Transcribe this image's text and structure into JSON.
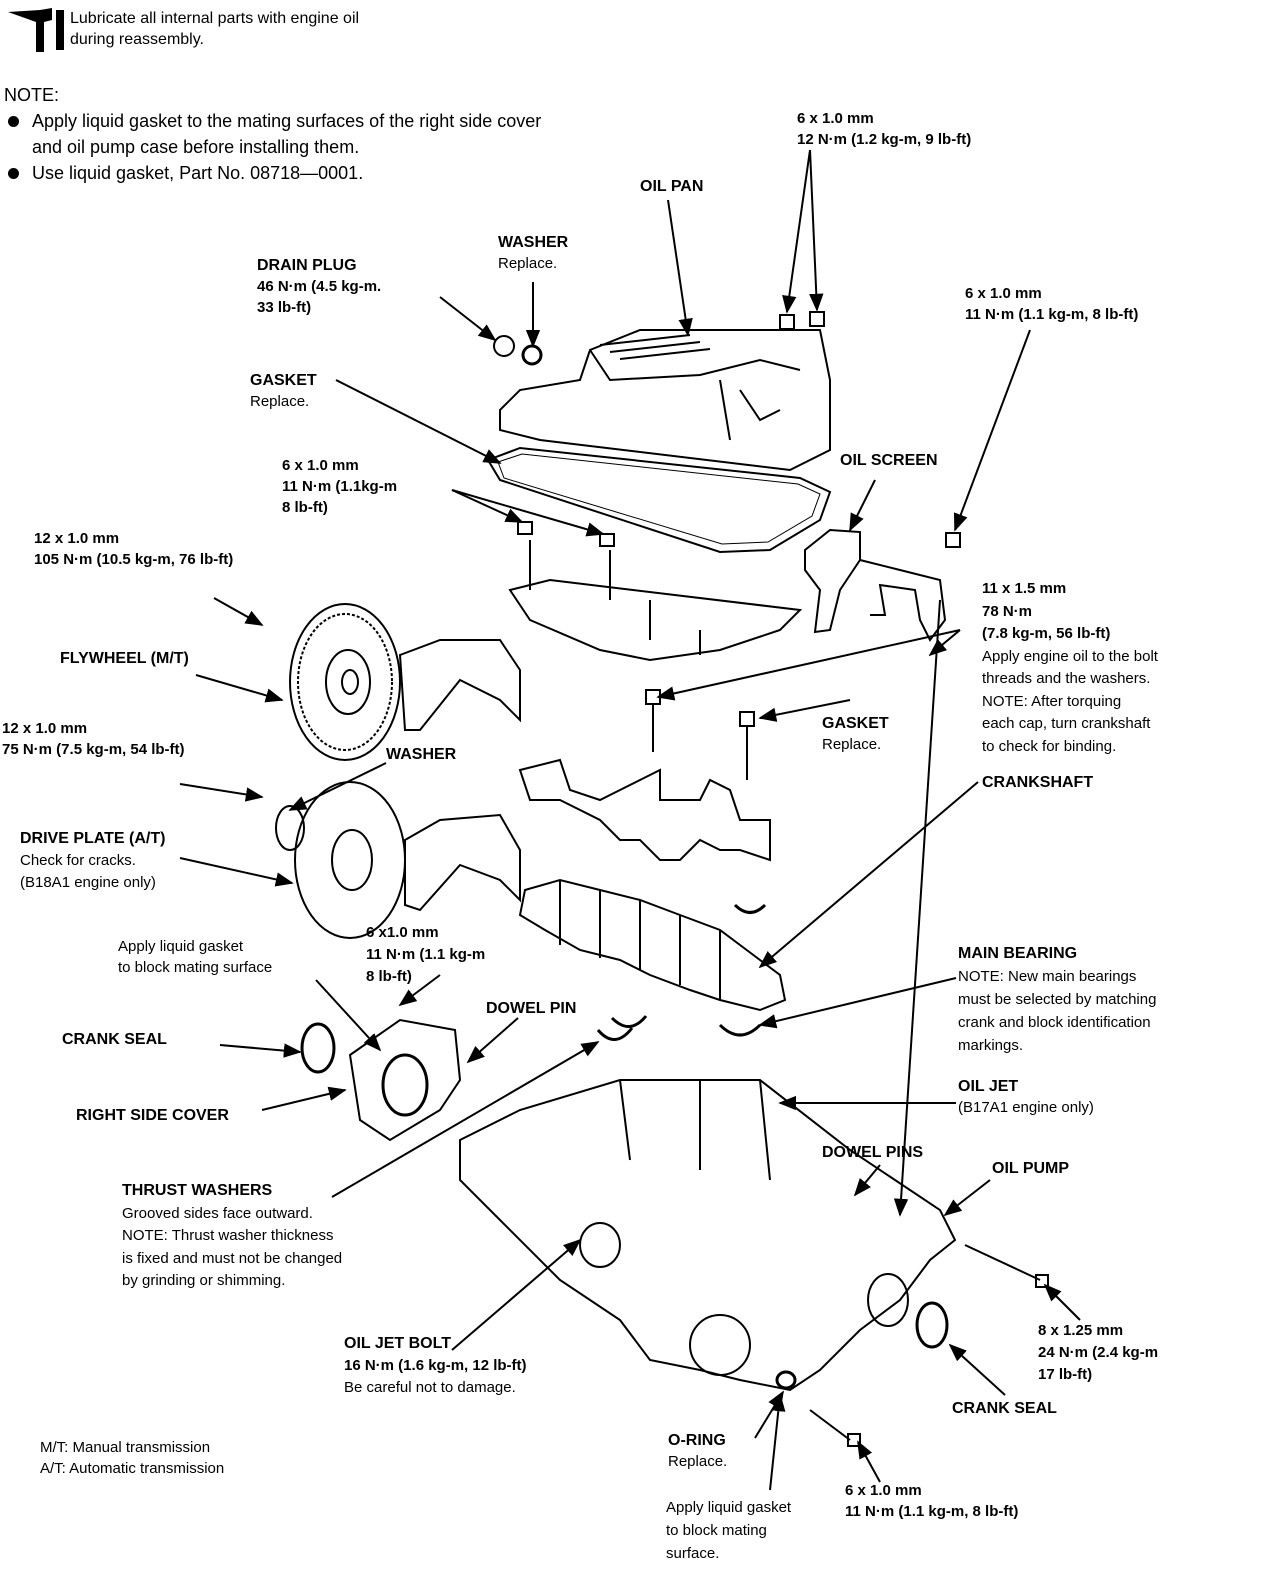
{
  "header": {
    "lubricate": [
      "Lubricate all internal parts with engine oil",
      "during reassembly."
    ]
  },
  "note": {
    "title": "NOTE:",
    "items": [
      "Apply liquid gasket to the mating surfaces of the right side cover and oil pump case before installing them.",
      "Use liquid gasket, Part No. 08718—0001."
    ]
  },
  "labels": {
    "oil_pan": {
      "title": "OIL PAN"
    },
    "drain_plug": {
      "title": "DRAIN PLUG",
      "lines": [
        "46 N·m (4.5 kg-m.",
        "33 lb-ft)"
      ]
    },
    "washer_top": {
      "title": "WASHER",
      "lines": [
        "Replace."
      ]
    },
    "bolt_top_a": {
      "lines": [
        "6 x 1.0 mm",
        "12 N·m (1.2 kg-m, 9 lb-ft)"
      ]
    },
    "bolt_top_b": {
      "lines": [
        "6 x 1.0 mm",
        "11 N·m (1.1 kg-m, 8 lb-ft)"
      ]
    },
    "gasket_pan": {
      "title": "GASKET",
      "lines": [
        "Replace."
      ]
    },
    "bolt_pan": {
      "lines": [
        "6 x 1.0 mm",
        "11 N·m (1.1kg-m",
        "8 lb-ft)"
      ]
    },
    "oil_screen": {
      "title": "OIL SCREEN"
    },
    "bolt_12_105": {
      "lines": [
        "12 x 1.0 mm",
        "105 N·m (10.5 kg-m, 76 lb-ft)"
      ]
    },
    "cap_bolt": {
      "lines": [
        "11 x 1.5 mm",
        "78 N·m",
        "(7.8 kg-m, 56 lb-ft)",
        "Apply engine oil to the bolt",
        "threads and the washers.",
        "NOTE: After torquing",
        "each cap, turn crankshaft",
        "to check for binding."
      ]
    },
    "flywheel": {
      "title": "FLYWHEEL (M/T)"
    },
    "bolt_12_75": {
      "lines": [
        "12 x 1.0 mm",
        "75 N·m (7.5 kg-m, 54 lb-ft)"
      ]
    },
    "gasket_screen": {
      "title": "GASKET",
      "lines": [
        "Replace."
      ]
    },
    "washer_mid": {
      "title": "WASHER"
    },
    "crankshaft": {
      "title": "CRANKSHAFT"
    },
    "drive_plate": {
      "title": "DRIVE PLATE (A/T)",
      "lines": [
        "Check for cracks.",
        "(B18A1 engine only)"
      ]
    },
    "apply_gasket_left": {
      "lines": [
        "Apply liquid gasket",
        "to block mating surface"
      ]
    },
    "bolt_cover": {
      "lines": [
        "6 x1.0 mm",
        "11 N·m (1.1 kg-m",
        "8 lb-ft)"
      ]
    },
    "main_bearing": {
      "title": "MAIN BEARING",
      "lines": [
        "NOTE: New main bearings",
        "must be selected by matching",
        "crank and block identification",
        "markings."
      ]
    },
    "dowel_pin": {
      "title": "DOWEL PIN"
    },
    "crank_seal_left": {
      "title": "CRANK SEAL"
    },
    "oil_jet": {
      "title": "OIL JET",
      "lines": [
        "(B17A1 engine only)"
      ]
    },
    "right_side_cover": {
      "title": "RIGHT SIDE COVER"
    },
    "dowel_pins": {
      "title": "DOWEL PINS"
    },
    "oil_pump": {
      "title": "OIL PUMP"
    },
    "thrust_washers": {
      "title": "THRUST WASHERS",
      "lines": [
        "Grooved sides face outward.",
        "NOTE: Thrust washer thickness",
        "is fixed and must not be changed",
        "by grinding or shimming."
      ]
    },
    "bolt_pump": {
      "lines": [
        "8 x 1.25 mm",
        "24 N·m (2.4 kg-m",
        "17 lb-ft)"
      ]
    },
    "oil_jet_bolt": {
      "title": "OIL JET BOLT",
      "lines": [
        "16 N·m (1.6 kg-m, 12 lb-ft)",
        "Be careful not  to damage."
      ]
    },
    "crank_seal_right": {
      "title": "CRANK SEAL"
    },
    "o_ring": {
      "title": "O-RING",
      "lines": [
        "Replace."
      ]
    },
    "bolt_bottom": {
      "lines": [
        "6 x 1.0 mm",
        "11 N·m (1.1 kg-m, 8 lb-ft)"
      ]
    },
    "apply_gasket_bottom": {
      "lines": [
        "Apply liquid gasket",
        "to block mating",
        "surface."
      ]
    }
  },
  "legend": [
    "M/T: Manual transmission",
    "A/T: Automatic transmission"
  ]
}
